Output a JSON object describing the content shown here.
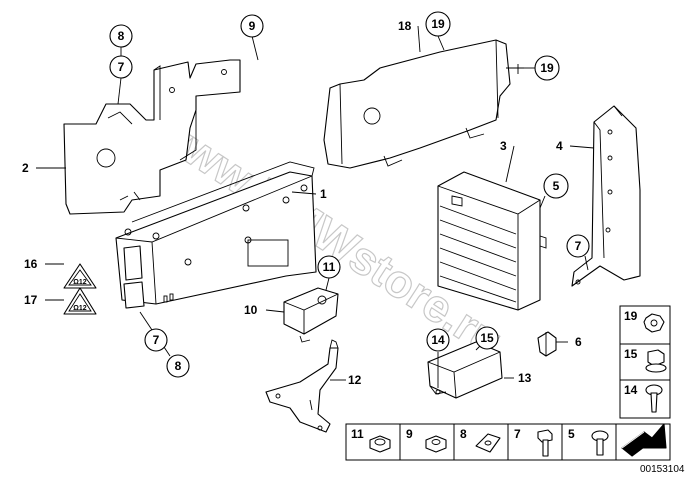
{
  "diagram": {
    "watermark": "www.BMWstore.ru",
    "catalog_number": "00153104",
    "callouts": {
      "c1": "1",
      "c2": "2",
      "c3": "3",
      "c4": "4",
      "c5": "5",
      "c6": "6",
      "c7a": "7",
      "c7b": "7",
      "c7c": "7",
      "c8a": "8",
      "c8b": "8",
      "c9": "9",
      "c10": "10",
      "c11": "11",
      "c12": "12",
      "c13": "13",
      "c14": "14",
      "c15": "15",
      "c16": "16",
      "c17": "17",
      "c18": "18",
      "c19a": "19",
      "c19b": "19"
    },
    "warning_labels": {
      "w16": "Ω12",
      "w17": "Ω12"
    },
    "bottom_legend": [
      {
        "number": "11",
        "part_icon": "nut-icon"
      },
      {
        "number": "9",
        "part_icon": "hex-nut-icon"
      },
      {
        "number": "8",
        "part_icon": "clip-nut-icon"
      },
      {
        "number": "7",
        "part_icon": "hex-bolt-icon"
      },
      {
        "number": "5",
        "part_icon": "torx-screw-icon"
      }
    ],
    "side_legend": [
      {
        "number": "19",
        "part_icon": "push-nut-icon"
      },
      {
        "number": "15",
        "part_icon": "collar-nut-icon"
      },
      {
        "number": "14",
        "part_icon": "screw-icon"
      }
    ]
  }
}
